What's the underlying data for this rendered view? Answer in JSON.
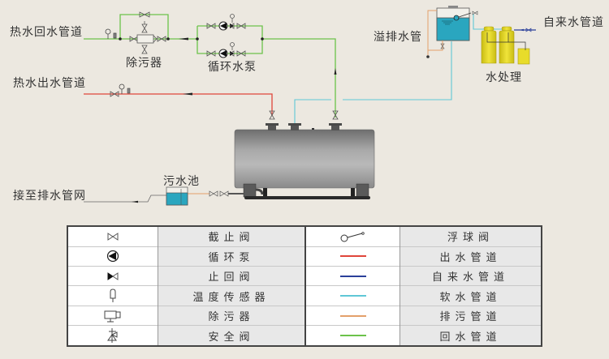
{
  "labels": {
    "hot_return_pipe": "热水回水管道",
    "hot_supply_pipe": "热水出水管道",
    "strainer": "除污器",
    "circulation_pump": "循环水泵",
    "overflow_pipe": "溢排水管",
    "tap_water_pipe": "自来水管道",
    "water_treatment": "水处理",
    "sewage_pool": "污水池",
    "drain_network": "接至排水管网"
  },
  "colors": {
    "supply": "#e0453a",
    "tap_water": "#2a3f9a",
    "soft_water": "#5fc7d6",
    "drain": "#e3a06a",
    "return": "#6cc24a",
    "tank_water": "#2aa6bf",
    "softener": "#e8dc2a",
    "boiler": "#8d8d8d"
  },
  "legend": {
    "left": [
      {
        "icon": "gate-valve",
        "label": "截止阀"
      },
      {
        "icon": "circulation-pump",
        "label": "循环泵"
      },
      {
        "icon": "check-valve",
        "label": "止回阀"
      },
      {
        "icon": "temperature-sensor",
        "label": "温度传感器"
      },
      {
        "icon": "strainer",
        "label": "除污器"
      },
      {
        "icon": "safety-valve",
        "label": "安全阀"
      }
    ],
    "right": [
      {
        "icon": "float-valve",
        "label": "浮球阀"
      },
      {
        "icon": "line-supply",
        "label": "出水管道",
        "color": "#e0453a"
      },
      {
        "icon": "line-tap",
        "label": "自来水管道",
        "color": "#2a3f9a"
      },
      {
        "icon": "line-soft",
        "label": "软水管道",
        "color": "#5fc7d6"
      },
      {
        "icon": "line-drain",
        "label": "排污管道",
        "color": "#e3a06a"
      },
      {
        "icon": "line-return",
        "label": "回水管道",
        "color": "#6cc24a"
      }
    ]
  }
}
